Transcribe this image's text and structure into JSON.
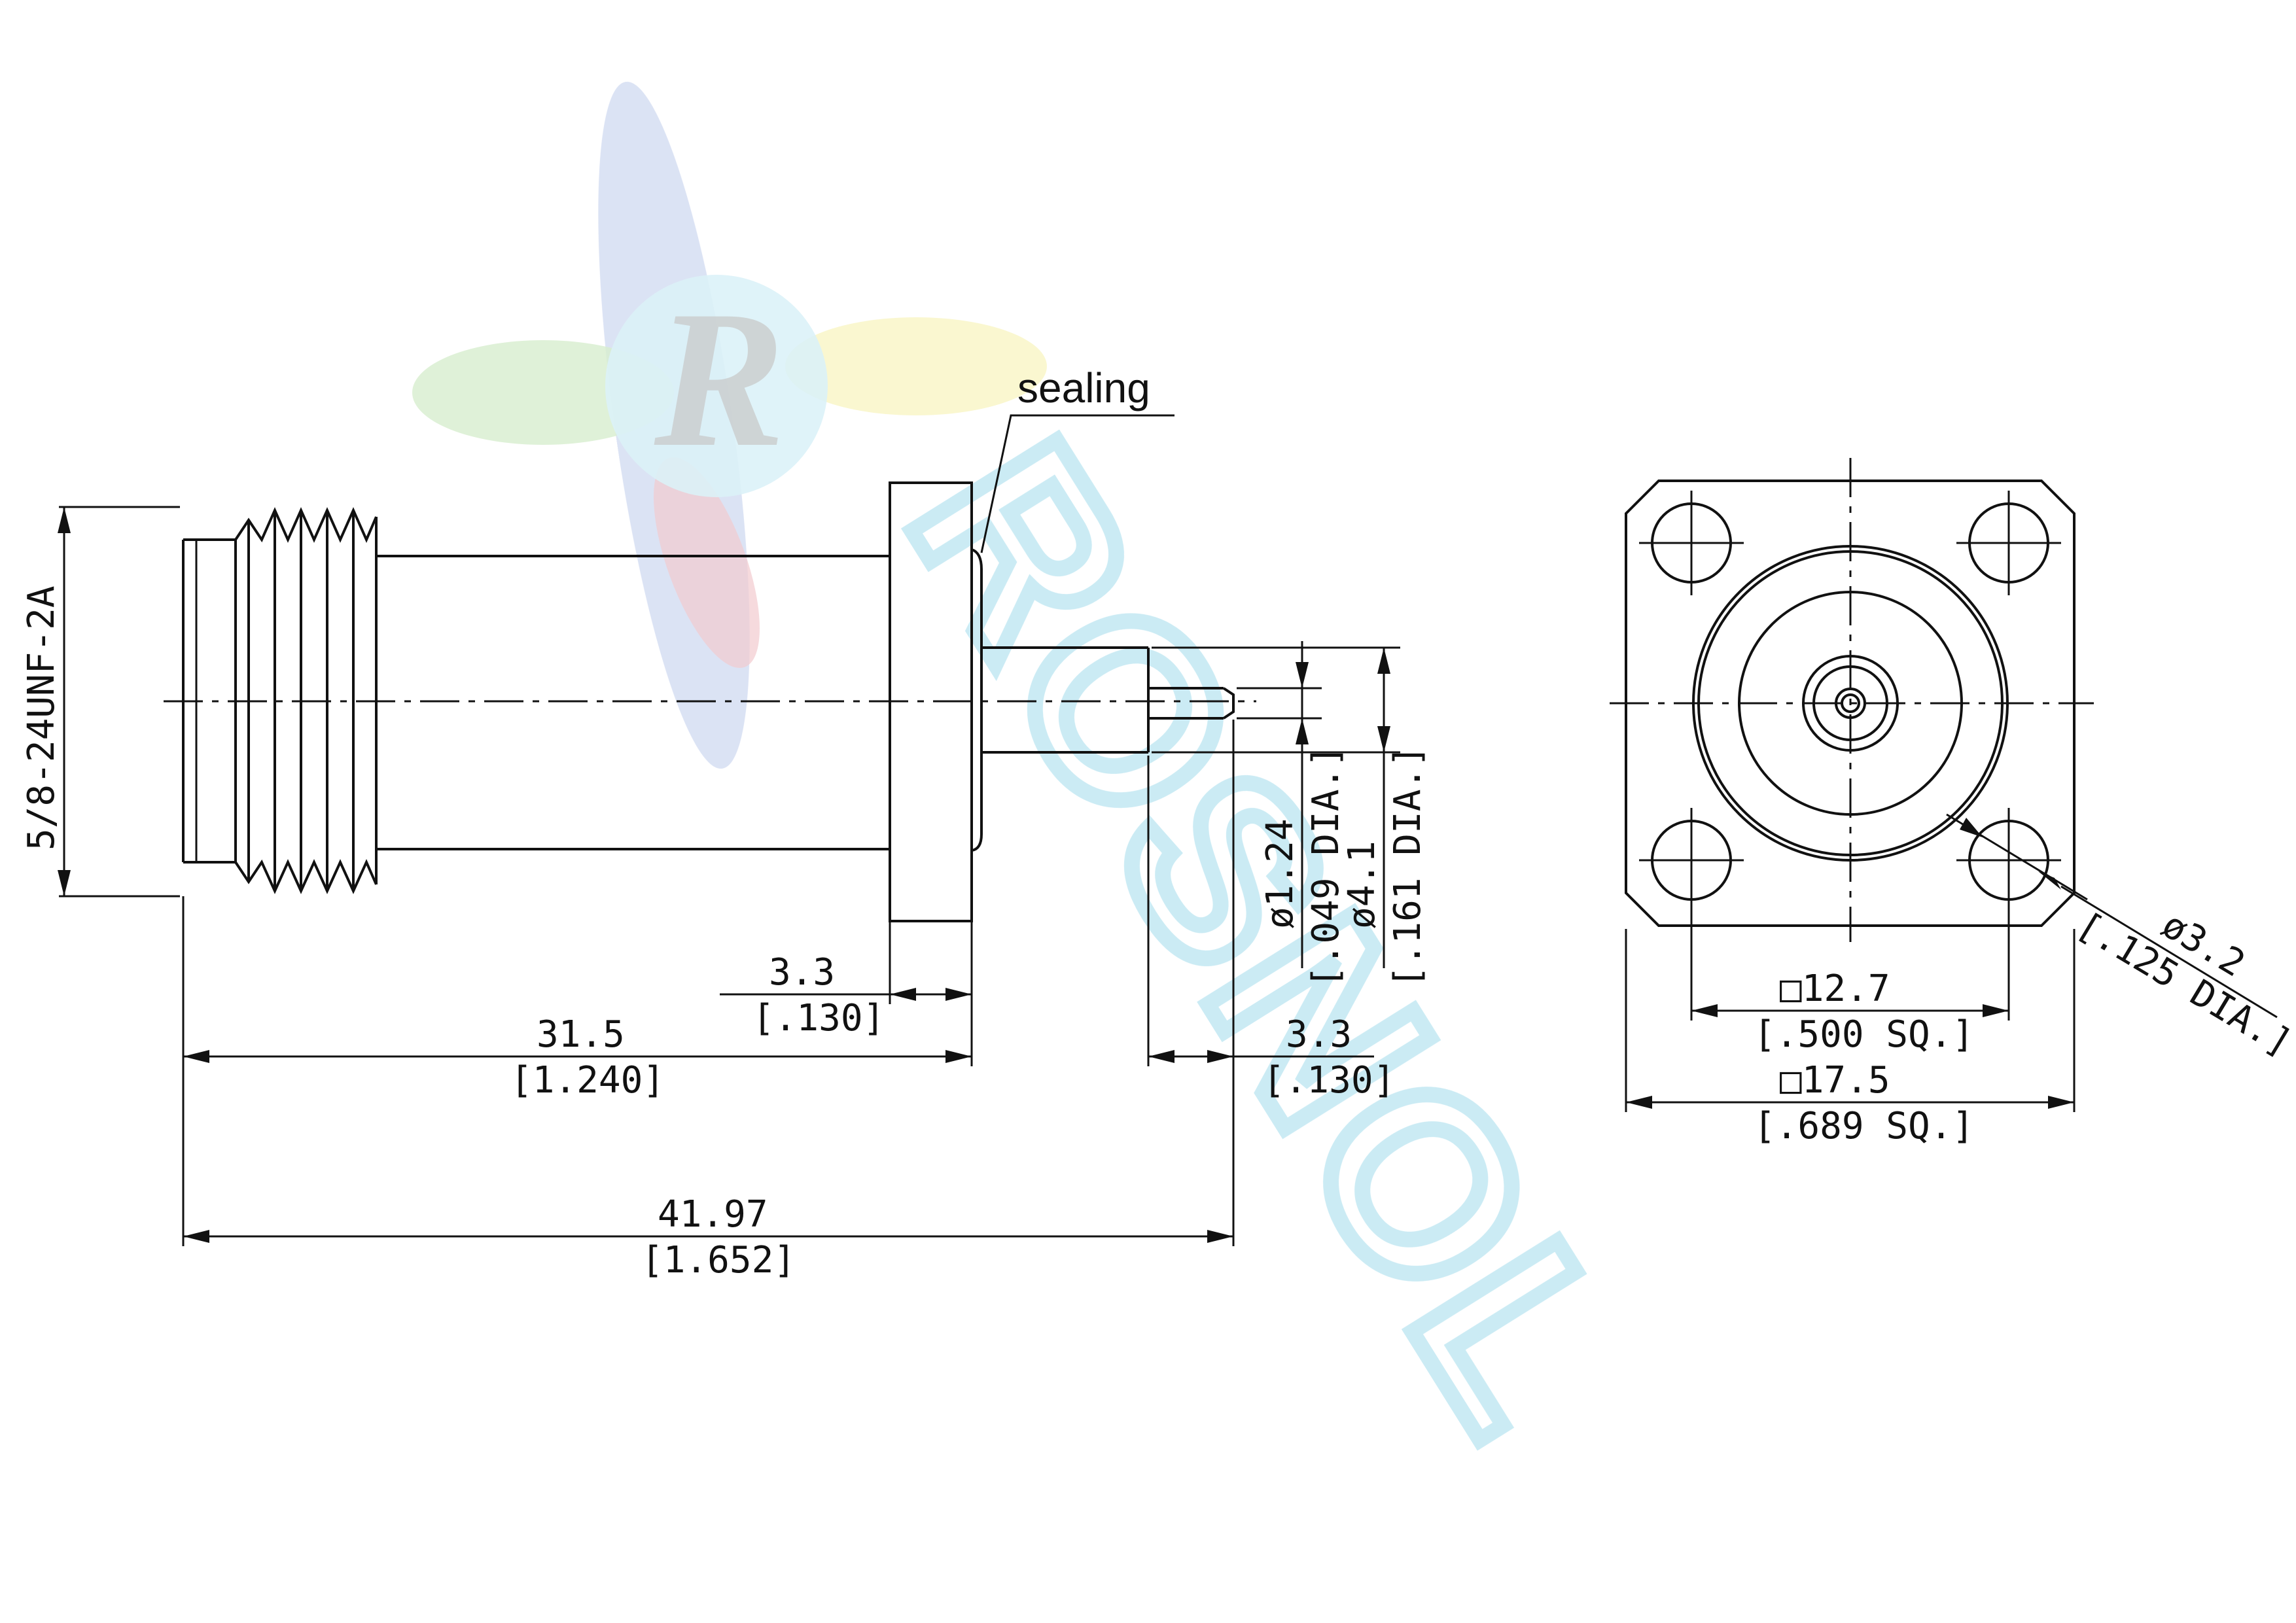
{
  "colors": {
    "line": "#111111",
    "watermark_cyan": "#bfe7f2",
    "watermark_blue": "#8aa2dd",
    "watermark_green": "#b6e0a6",
    "watermark_yellow": "#f4efa0",
    "watermark_red": "#e8a0a8"
  },
  "labels": {
    "sealing": "sealing",
    "thread": "5/8-24UNF-2A"
  },
  "side_view": {
    "flange_thickness": {
      "mm": "3.3",
      "inch": "[.130]"
    },
    "body_to_flange": {
      "mm": "31.5",
      "inch": "[1.240]"
    },
    "pin_length": {
      "mm": "3.3",
      "inch": "[.130]"
    },
    "overall_length": {
      "mm": "41.97",
      "inch": "[1.652]"
    },
    "pin_diameter": {
      "mm": "ø1.24",
      "inch": "[.049 DIA.]"
    },
    "insulator_diameter": {
      "mm": "ø4.1",
      "inch": "[.161 DIA.]"
    }
  },
  "front_view": {
    "hole_spacing": {
      "mm": "□12.7",
      "inch": "[.500 SQ.]"
    },
    "flange_size": {
      "mm": "□17.5",
      "inch": "[.689 SQ.]"
    },
    "hole_diameter": {
      "mm": "ø3.2",
      "inch": "[.125 DIA.]"
    }
  },
  "watermark": {
    "logo_letter": "R",
    "brand": "ROSNOL"
  }
}
